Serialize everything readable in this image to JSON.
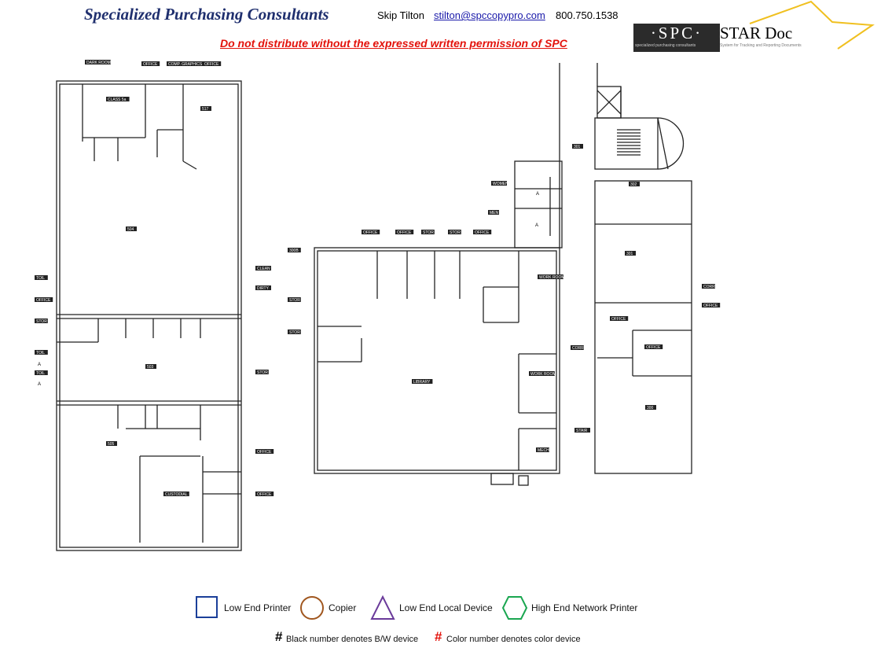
{
  "header": {
    "title": "Specialized Purchasing Consultants",
    "contact_name": "Skip Tilton",
    "contact_email": "stilton@spccopypro.com",
    "contact_phone": "800.750.1538",
    "notice": "Do not distribute without the expressed written permission of SPC"
  },
  "logo": {
    "mark": "·SPC·",
    "mark_sub": "specialized purchasing consultants",
    "product": "STAR Doc",
    "product_sub": "System for Tracking and Reporting Documents"
  },
  "floor_plan": {
    "room_labels": [
      "DARK ROOM",
      "OFFICE",
      "COMP. GRAPHICS",
      "OFFICE",
      "CLASS 5a",
      "517",
      "504",
      "503",
      "505",
      "CUSTODIAL",
      "TOIL",
      "OFFICE",
      "STOR",
      "TOIL",
      "TOIL",
      "CLEAN",
      "DIRTY",
      "STOR",
      "OFFICE",
      "OFFICE",
      "300B",
      "STOR",
      "STOR",
      "OFFICE",
      "OFFICE",
      "STOR",
      "STOR",
      "OFFICE",
      "WOMEN",
      "MEN",
      "WORK ROOM",
      "LIBRARY",
      "WORK ROOM",
      "MECH",
      "CORR",
      "STAIR",
      "301",
      "302",
      "301",
      "OFFICE",
      "OFFICE",
      "300",
      "CORR",
      "OFFICE"
    ],
    "markers": [
      "A",
      "A",
      "A",
      "A"
    ]
  },
  "legend": {
    "items": [
      {
        "label": "Low End Printer",
        "shape": "square",
        "color": "#1b3f99"
      },
      {
        "label": "Copier",
        "shape": "circle",
        "color": "#a0561e"
      },
      {
        "label": "Low End Local Device",
        "shape": "triangle",
        "color": "#6a3a9a"
      },
      {
        "label": "High End Network Printer",
        "shape": "hexagon",
        "color": "#1aa650"
      }
    ],
    "hash": "#",
    "bw_note": "Black number denotes B/W device",
    "color_note": "Color number denotes color device",
    "color_hash_color": "#e3120b"
  }
}
